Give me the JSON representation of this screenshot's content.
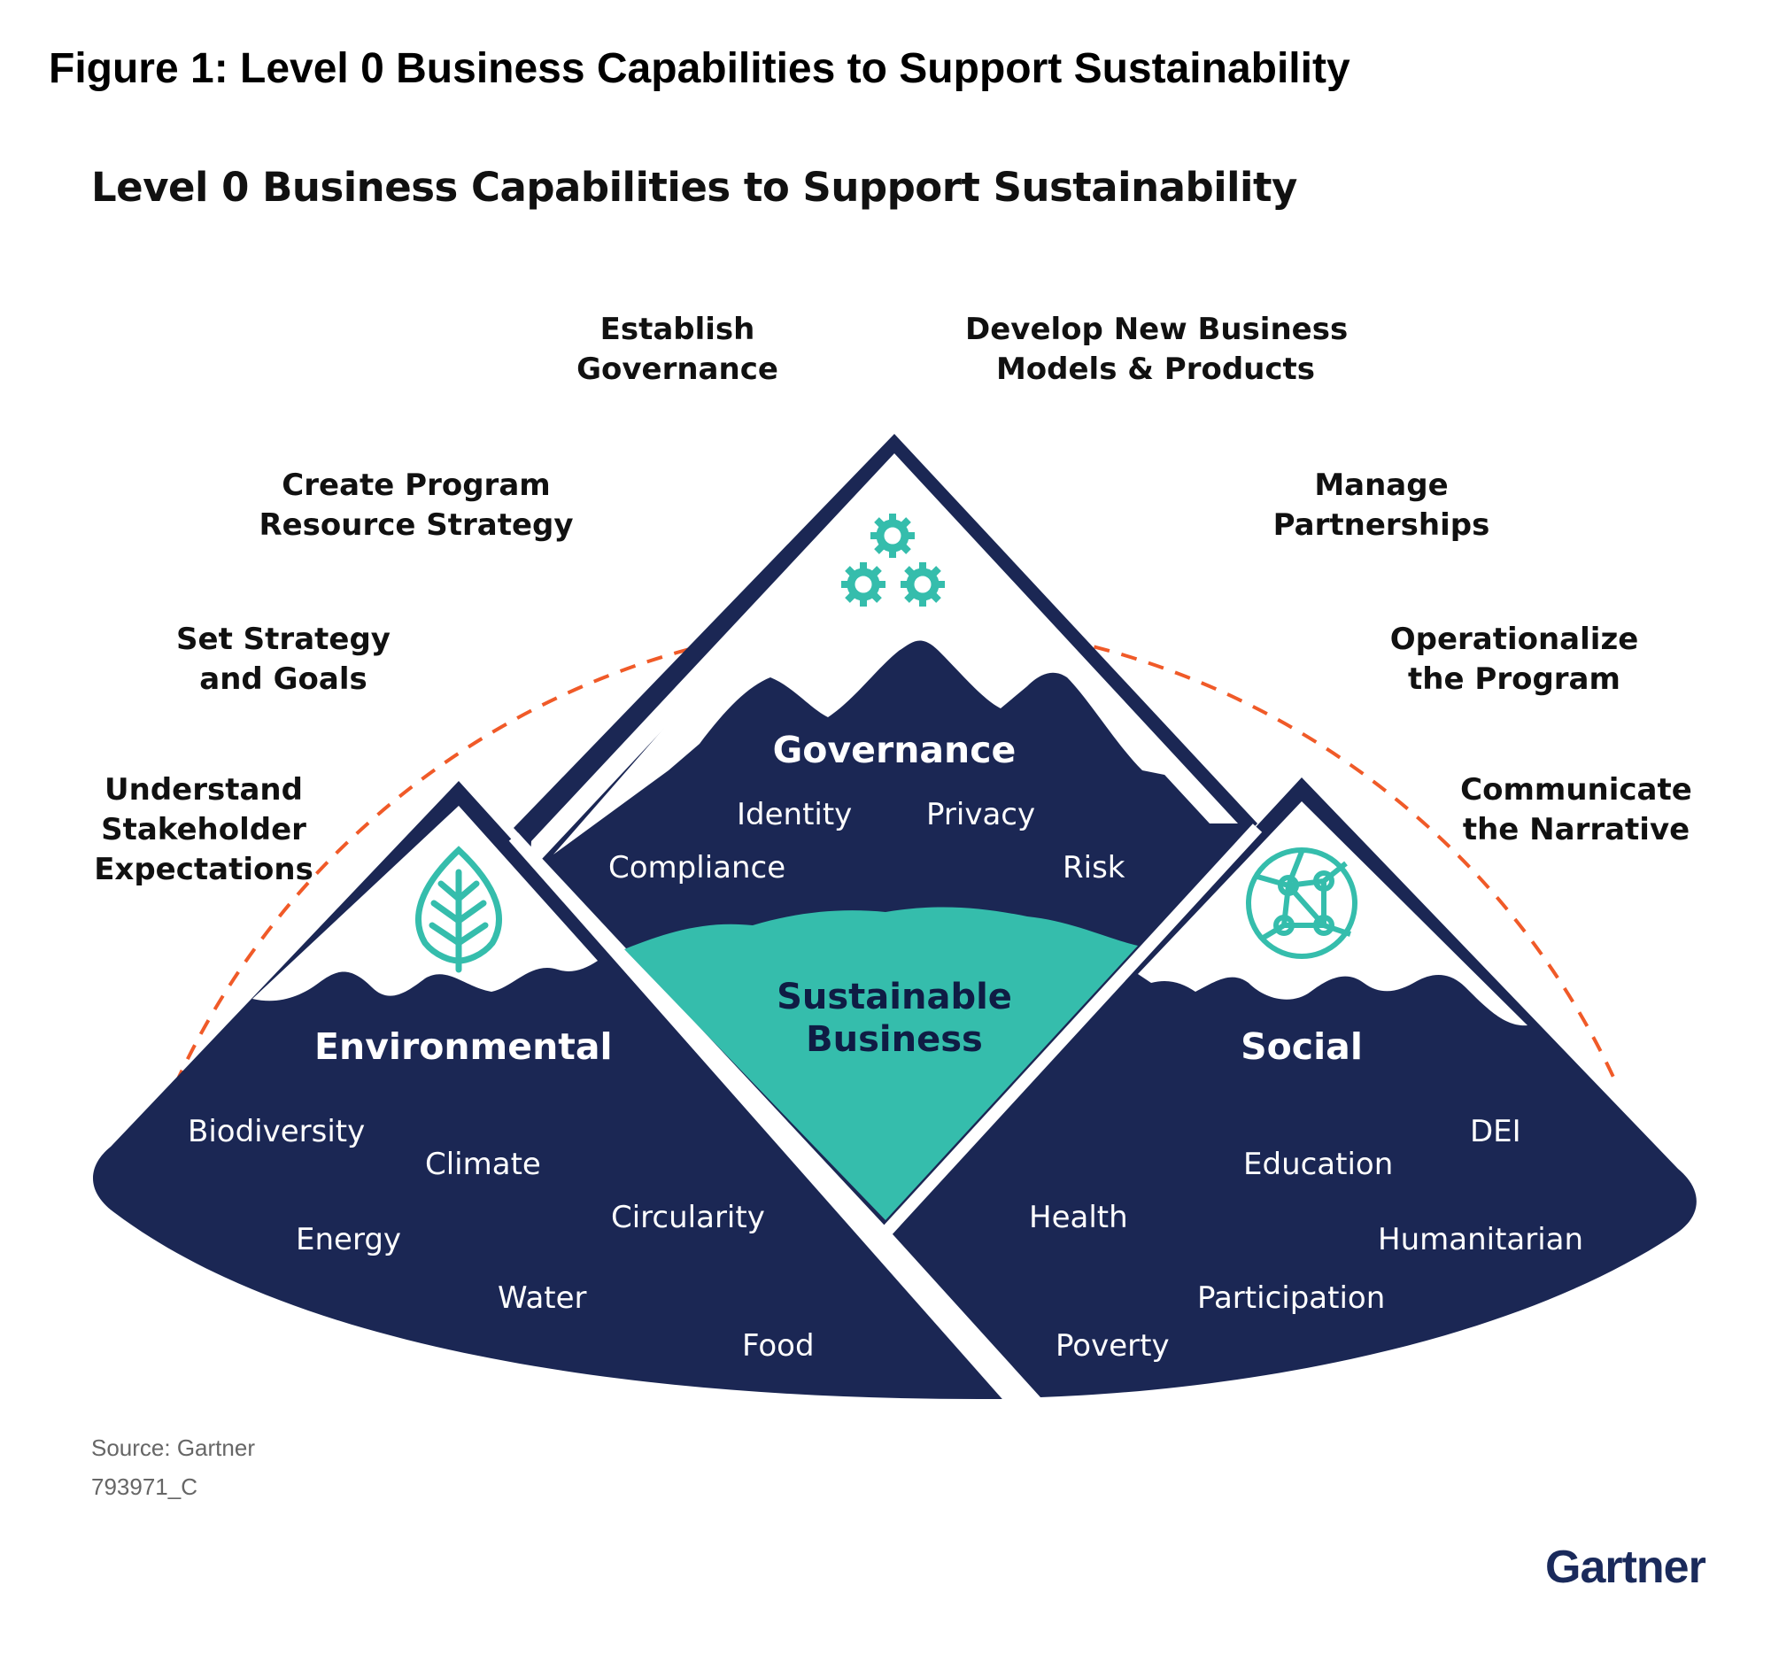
{
  "figure_title": "Figure 1: Level 0 Business Capabilities to Support Sustainability",
  "diagram_title": "Level 0 Business Capabilities to Support Sustainability",
  "capabilities": [
    {
      "lines": [
        "Understand",
        "Stakeholder",
        "Expectations"
      ]
    },
    {
      "lines": [
        "Set Strategy",
        "and Goals"
      ]
    },
    {
      "lines": [
        "Create Program",
        "Resource Strategy"
      ]
    },
    {
      "lines": [
        "Establish",
        "Governance"
      ]
    },
    {
      "lines": [
        "Develop New Business",
        "Models & Products"
      ]
    },
    {
      "lines": [
        "Manage",
        "Partnerships"
      ]
    },
    {
      "lines": [
        "Operationalize",
        "the Program"
      ]
    },
    {
      "lines": [
        "Communicate",
        "the Narrative"
      ]
    }
  ],
  "governance": {
    "title": "Governance",
    "items": [
      "Identity",
      "Privacy",
      "Compliance",
      "Risk"
    ]
  },
  "environmental": {
    "title": "Environmental",
    "items": [
      "Biodiversity",
      "Climate",
      "Energy",
      "Circularity",
      "Water",
      "Food"
    ]
  },
  "social": {
    "title": "Social",
    "items": [
      "DEI",
      "Education",
      "Health",
      "Humanitarian",
      "Participation",
      "Poverty"
    ]
  },
  "center": {
    "lines": [
      "Sustainable",
      "Business"
    ]
  },
  "footer": {
    "source": "Source: Gartner",
    "code": "793971_C"
  },
  "brand": {
    "name": "Gartner"
  },
  "icons": {
    "governance": "gears-icon",
    "environmental": "leaf-icon",
    "social": "network-globe-icon"
  },
  "colors": {
    "navy": "#1b2754",
    "teal": "#35bdac",
    "dashed": "#f05a28",
    "text": "#111111"
  }
}
